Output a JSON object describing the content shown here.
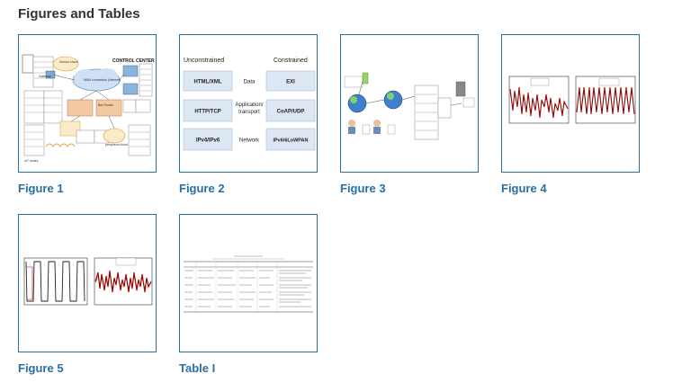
{
  "section": {
    "title": "Figures and Tables"
  },
  "figures": [
    {
      "caption": "Figure 1"
    },
    {
      "caption": "Figure 2"
    },
    {
      "caption": "Figure 3"
    },
    {
      "caption": "Figure 4"
    },
    {
      "caption": "Figure 5"
    },
    {
      "caption": "Table I"
    }
  ],
  "figure1": {
    "control_center": "CONTROL CENTER",
    "gateway": "Gateway",
    "sensor_cloud": "Sensor cloud",
    "wan": "WAN connection (internet)",
    "border_router": "Bdr Router",
    "iot_nodes": "IoT nodes",
    "peripheral_cloud": "peripheral cloud"
  },
  "figure2": {
    "unconstrained": "Unconstrained",
    "constrained": "Constrained",
    "rows": [
      {
        "left": "HTML/XML",
        "middle": "Data",
        "right": "EXI"
      },
      {
        "left": "HTTP/TCP",
        "middle": "Application/ transport",
        "right": "CoAP/UDP"
      },
      {
        "left": "IPv4/IPv6",
        "middle": "Network",
        "right": "IPv6/6LoWPAN"
      }
    ]
  }
}
